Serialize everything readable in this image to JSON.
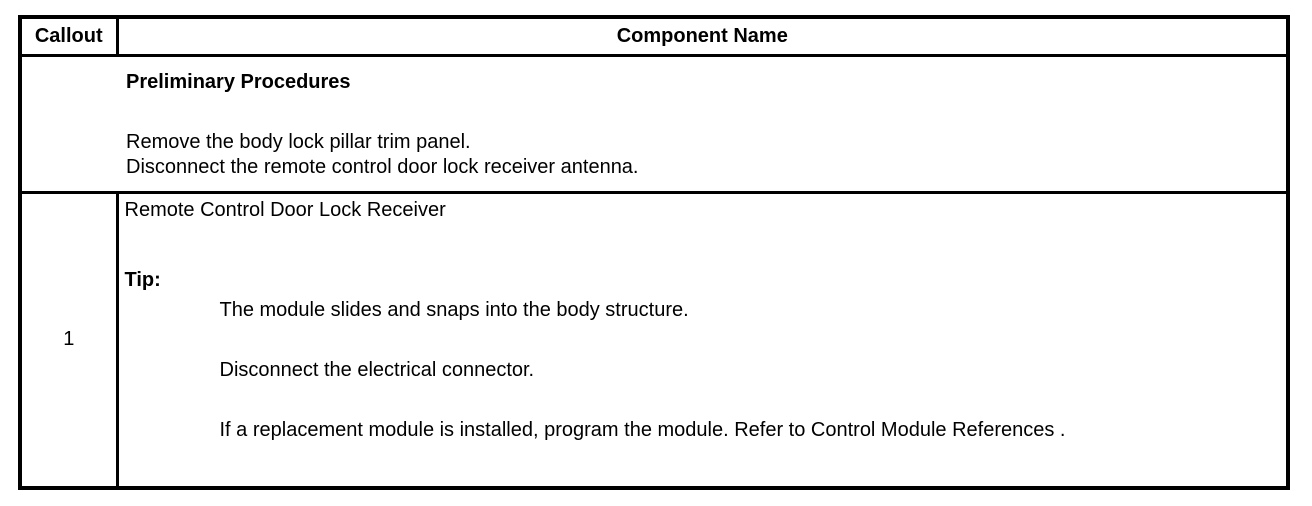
{
  "table": {
    "header": {
      "callout": "Callout",
      "component_name": "Component Name"
    },
    "preliminary": {
      "title": "Preliminary Procedures",
      "steps": [
        "Remove the body lock pillar trim panel.",
        "Disconnect the remote control door lock receiver antenna."
      ]
    },
    "rows": [
      {
        "callout": "1",
        "component": "Remote Control Door Lock Receiver",
        "tip_label": "Tip:",
        "tips": [
          "The module slides and snaps into the body structure.",
          "Disconnect the electrical connector.",
          "If a replacement module is installed, program the module. Refer to Control Module References ."
        ]
      }
    ]
  },
  "colors": {
    "border": "#000000",
    "text": "#000000",
    "background": "#ffffff"
  }
}
